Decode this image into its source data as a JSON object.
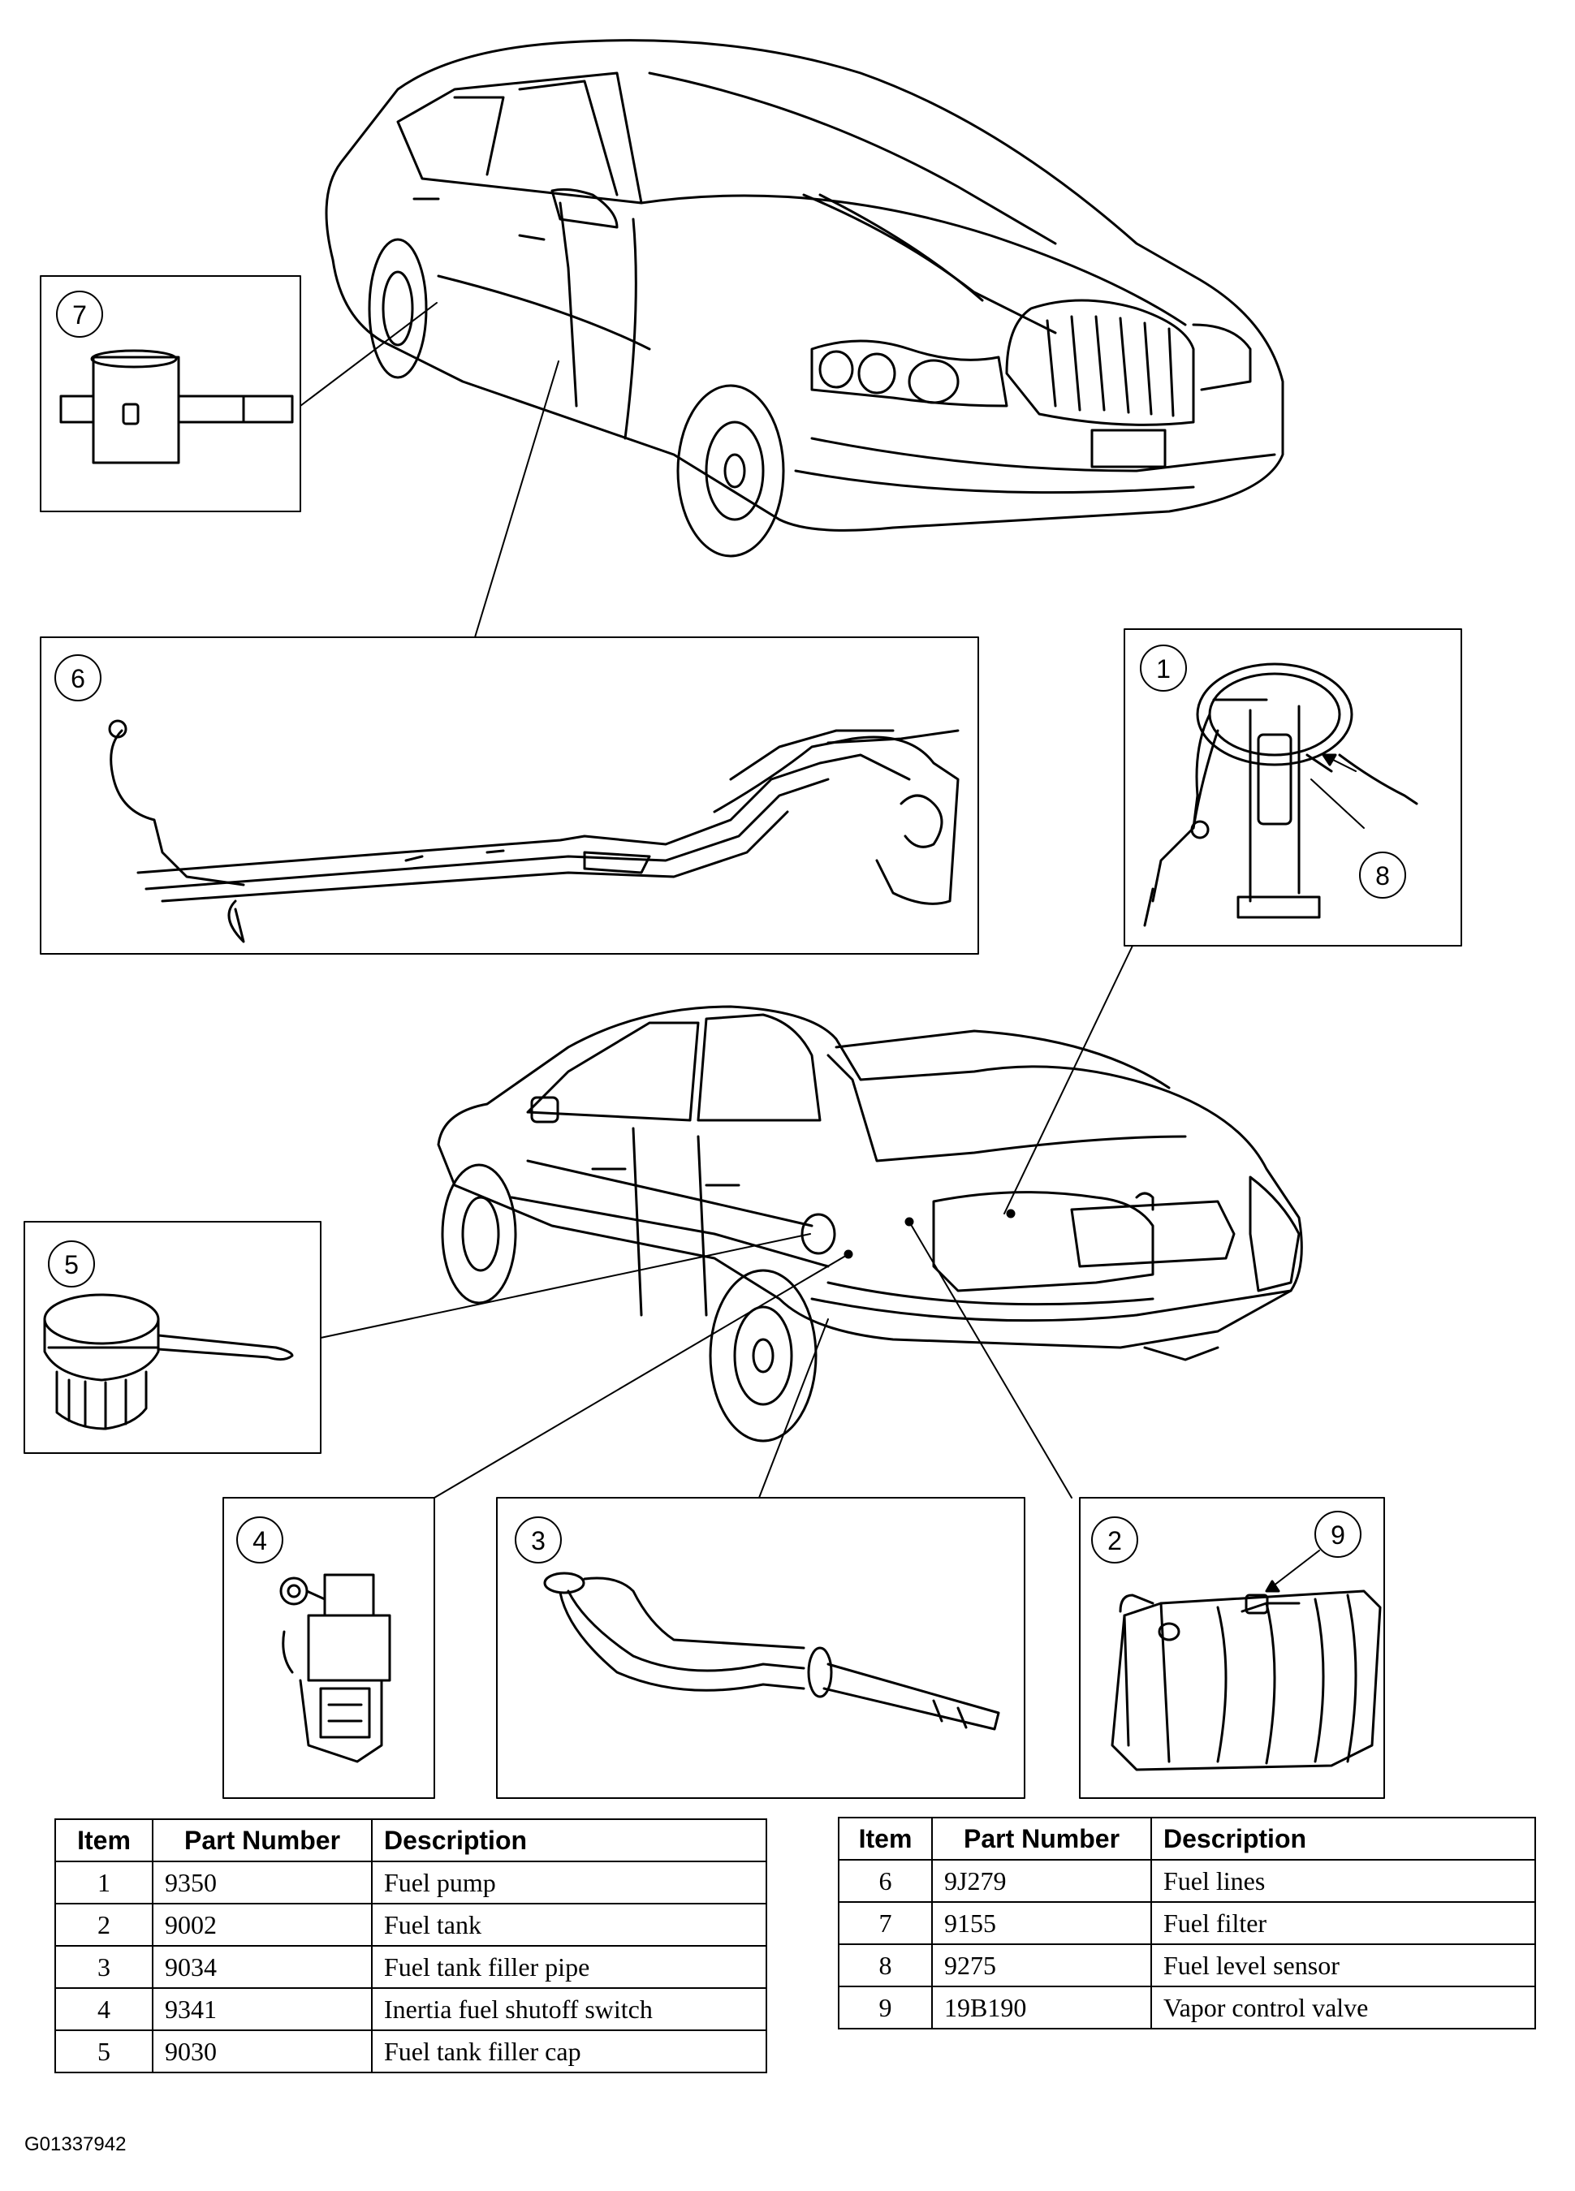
{
  "callouts": {
    "c1": "1",
    "c2": "2",
    "c3": "3",
    "c4": "4",
    "c5": "5",
    "c6": "6",
    "c7": "7",
    "c8": "8",
    "c9": "9"
  },
  "parts_table": {
    "headers": {
      "item": "Item",
      "part_number": "Part Number",
      "description": "Description"
    },
    "left_rows": [
      {
        "item": "1",
        "part_number": "9350",
        "description": "Fuel pump"
      },
      {
        "item": "2",
        "part_number": "9002",
        "description": "Fuel tank"
      },
      {
        "item": "3",
        "part_number": "9034",
        "description": "Fuel tank filler pipe"
      },
      {
        "item": "4",
        "part_number": "9341",
        "description": "Inertia fuel shutoff switch"
      },
      {
        "item": "5",
        "part_number": "9030",
        "description": "Fuel tank filler cap"
      }
    ],
    "right_rows": [
      {
        "item": "6",
        "part_number": "9J279",
        "description": "Fuel lines"
      },
      {
        "item": "7",
        "part_number": "9155",
        "description": "Fuel filter"
      },
      {
        "item": "8",
        "part_number": "9275",
        "description": "Fuel level sensor"
      },
      {
        "item": "9",
        "part_number": "19B190",
        "description": "Vapor control valve"
      }
    ]
  },
  "figure_id": "G01337942"
}
